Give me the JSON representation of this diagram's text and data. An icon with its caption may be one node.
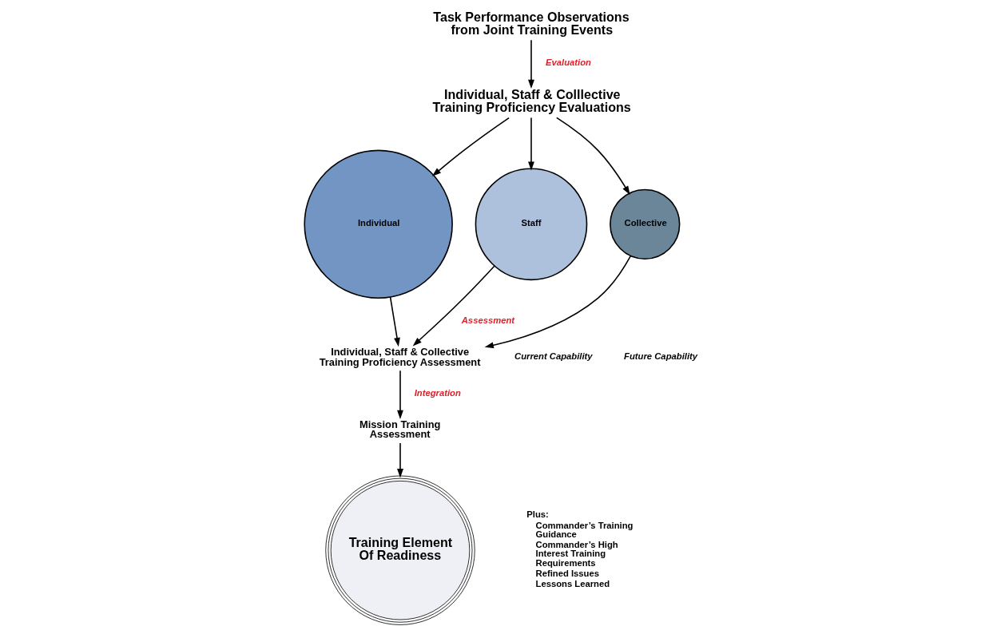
{
  "diagram": {
    "nodes": [
      {
        "text": [
          "Task Performance Observations from Joint Training Events"
        ]
      },
      {
        "text": [
          "Individual, Staff & Colllective Training Proficiency Evaluations"
        ]
      },
      {
        "text": [
          "Individual"
        ]
      },
      {
        "text": [
          "Staff"
        ]
      },
      {
        "text": [
          "Collective"
        ]
      },
      {
        "text": [
          "Individual, Staff & Collective Training Proficiency Assessment"
        ]
      },
      {
        "text": [
          "Mission Training Assessment"
        ]
      },
      {
        "text": [
          "Training Element Of Readiness"
        ],
        "beside": [
          "Plus:",
          "Commander’s Training Guidance",
          "Commander’s High Interest Training Requirements",
          "Refined Issues",
          "Lessons Learned"
        ]
      }
    ],
    "edges": [
      {
        "from": 0,
        "to": 1,
        "arrow": "to",
        "label": "Evaluation"
      },
      {
        "from": 1,
        "to": 2,
        "arrow": "to"
      },
      {
        "from": 1,
        "to": 3,
        "arrow": "to"
      },
      {
        "from": 1,
        "to": 4,
        "arrow": "to"
      },
      {
        "from": 2,
        "to": 5,
        "arrow": "to"
      },
      {
        "from": 3,
        "to": 5,
        "arrow": "to",
        "label": "Assessment"
      },
      {
        "from": 4,
        "to": 5,
        "arrow": "to"
      },
      {
        "from": 5,
        "to": 6,
        "arrow": "to",
        "label": "Integration"
      },
      {
        "from": 6,
        "to": 7,
        "arrow": "to"
      }
    ],
    "labels": [
      "Current Capability",
      "Future Capability"
    ]
  }
}
